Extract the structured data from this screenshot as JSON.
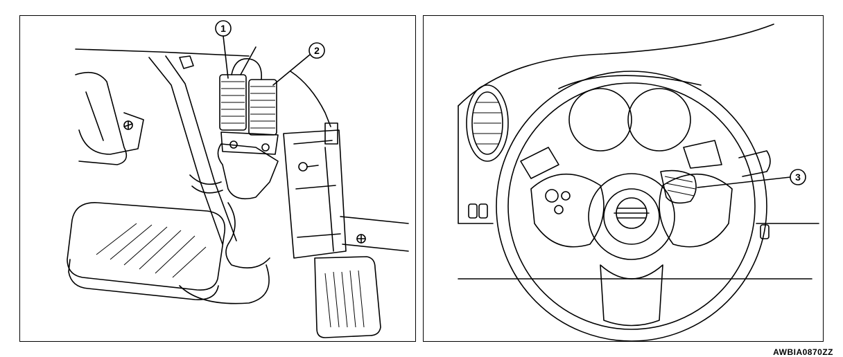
{
  "figure": {
    "code": "AWBIA0870ZZ"
  },
  "left_panel": {
    "callouts": [
      {
        "number": "1"
      },
      {
        "number": "2"
      }
    ]
  },
  "right_panel": {
    "callouts": [
      {
        "number": "3"
      }
    ]
  }
}
